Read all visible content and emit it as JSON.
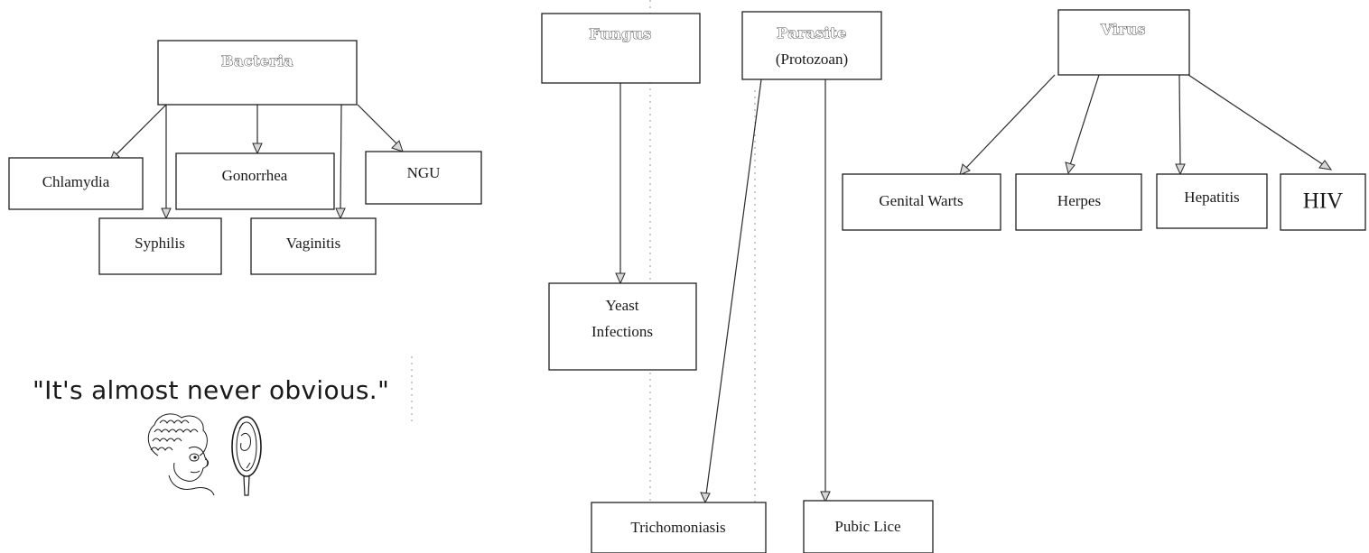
{
  "nodes": {
    "bacteria": "Bacteria",
    "fungus": "Fungus",
    "parasite": "Parasite",
    "parasite_sub": "(Protozoan)",
    "virus": "Virus",
    "chlamydia": "Chlamydia",
    "gonorrhea": "Gonorrhea",
    "ngu": "NGU",
    "syphilis": "Syphilis",
    "vaginitis": "Vaginitis",
    "yeast_line1": "Yeast",
    "yeast_line2": "Infections",
    "trichomoniasis": "Trichomoniasis",
    "pubic_lice": "Pubic Lice",
    "genital_warts": "Genital Warts",
    "herpes": "Herpes",
    "hepatitis": "Hepatitis",
    "hiv": "HIV"
  },
  "quote": "\"It's almost never obvious.\"",
  "illustration": {
    "figure_icon": "person-looking-in-mirror-icon"
  }
}
